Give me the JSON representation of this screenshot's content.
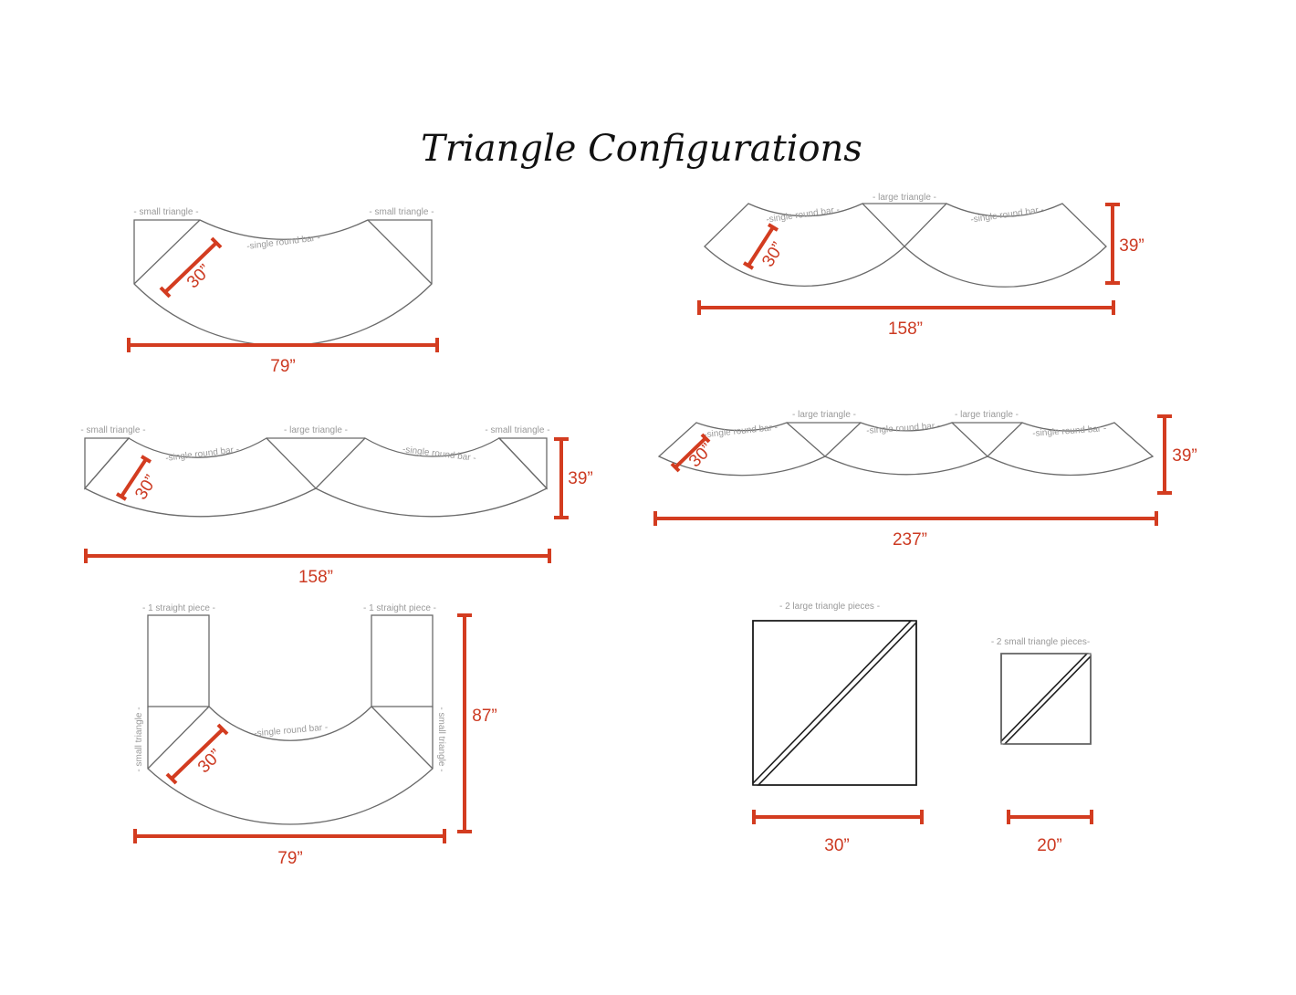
{
  "title": "Triangle Configurations",
  "colors": {
    "dimension": "#cc3a22",
    "outline": "#6a6a6a",
    "label": "#9a9a9a"
  },
  "config1": {
    "label_left": "- small triangle -",
    "label_right": "- small triangle -",
    "label_bar": "-single round bar -",
    "depth": "30”",
    "width": "79”"
  },
  "config2": {
    "label_bar_left": "-single round bar -",
    "label_large": "- large triangle -",
    "label_bar_right": "-single round bar -",
    "depth": "30”",
    "height": "39”",
    "width": "158”"
  },
  "config3": {
    "label_left": "- small triangle -",
    "label_bar_left": "-single round bar -",
    "label_large": "- large triangle -",
    "label_bar_right": "-single round bar -",
    "label_right": "- small triangle -",
    "depth": "30”",
    "height": "39”",
    "width": "158”"
  },
  "config4": {
    "label_bar_1": "-single round bar -",
    "label_large_1": "- large triangle -",
    "label_bar_2": "-single round bar -",
    "label_large_2": "- large triangle -",
    "label_bar_3": "-single round bar -",
    "depth": "30”",
    "height": "39”",
    "width": "237”"
  },
  "config5": {
    "label_straight_left": "- 1 straight piece -",
    "label_straight_right": "- 1 straight piece -",
    "label_small_left": "- small triangle -",
    "label_small_right": "- small triangle -",
    "label_bar": "-single round bar -",
    "depth": "30”",
    "height": "87”",
    "width": "79”"
  },
  "pieces": {
    "large_label": "- 2 large triangle pieces -",
    "large_size": "30”",
    "small_label": "- 2 small triangle pieces-",
    "small_size": "20”"
  }
}
